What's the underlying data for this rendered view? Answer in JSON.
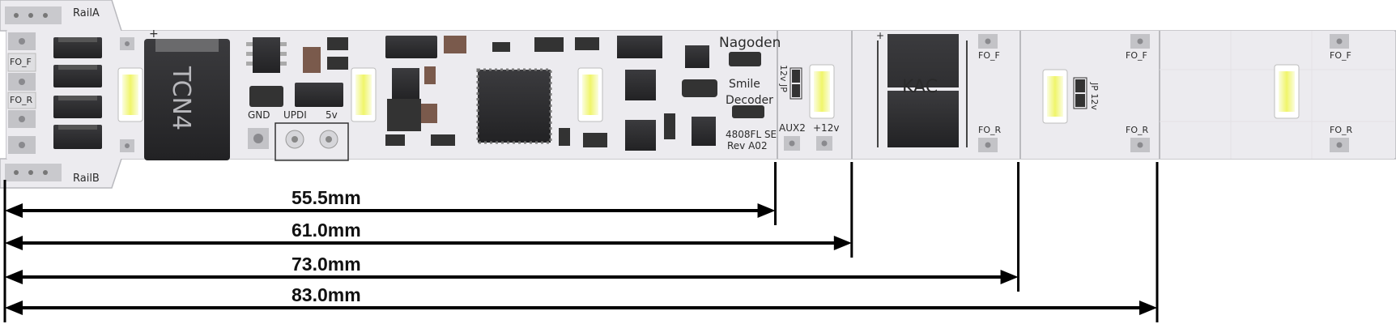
{
  "board": {
    "brand": "Nagoden",
    "product_line1": "Smile",
    "product_line2": "Decoder",
    "model": "4808FL SE",
    "revision": "Rev A02",
    "chip_tcn4": "TCN4",
    "chip_kac": "KAC"
  },
  "pads": {
    "rail_a": "RailA",
    "rail_b": "RailB",
    "fo_f": "FO_F",
    "fo_r": "FO_R",
    "gnd": "GND",
    "updi": "UPDI",
    "v5": "5v",
    "aux2": "AUX2",
    "v12": "+12v",
    "jp_12v_a": "12v JP",
    "jp_12v_b": "JP 12v",
    "seg2_fo_f": "FO_F",
    "seg2_fo_r": "FO_R",
    "seg3_fo_f": "FO_F",
    "seg3_fo_r": "FO_R",
    "seg4_fo_f": "FO_F",
    "seg4_fo_r": "FO_R",
    "plus": "+"
  },
  "dimensions": [
    {
      "label": "55.5mm",
      "length_mm": 55.5
    },
    {
      "label": "61.0mm",
      "length_mm": 61.0
    },
    {
      "label": "73.0mm",
      "length_mm": 73.0
    },
    {
      "label": "83.0mm",
      "length_mm": 83.0
    }
  ],
  "colors": {
    "pcb": "#ecebef",
    "chip": "#2e2e30",
    "led": "#f4f8a0",
    "pad": "#b7b7bb",
    "line": "#000000"
  }
}
